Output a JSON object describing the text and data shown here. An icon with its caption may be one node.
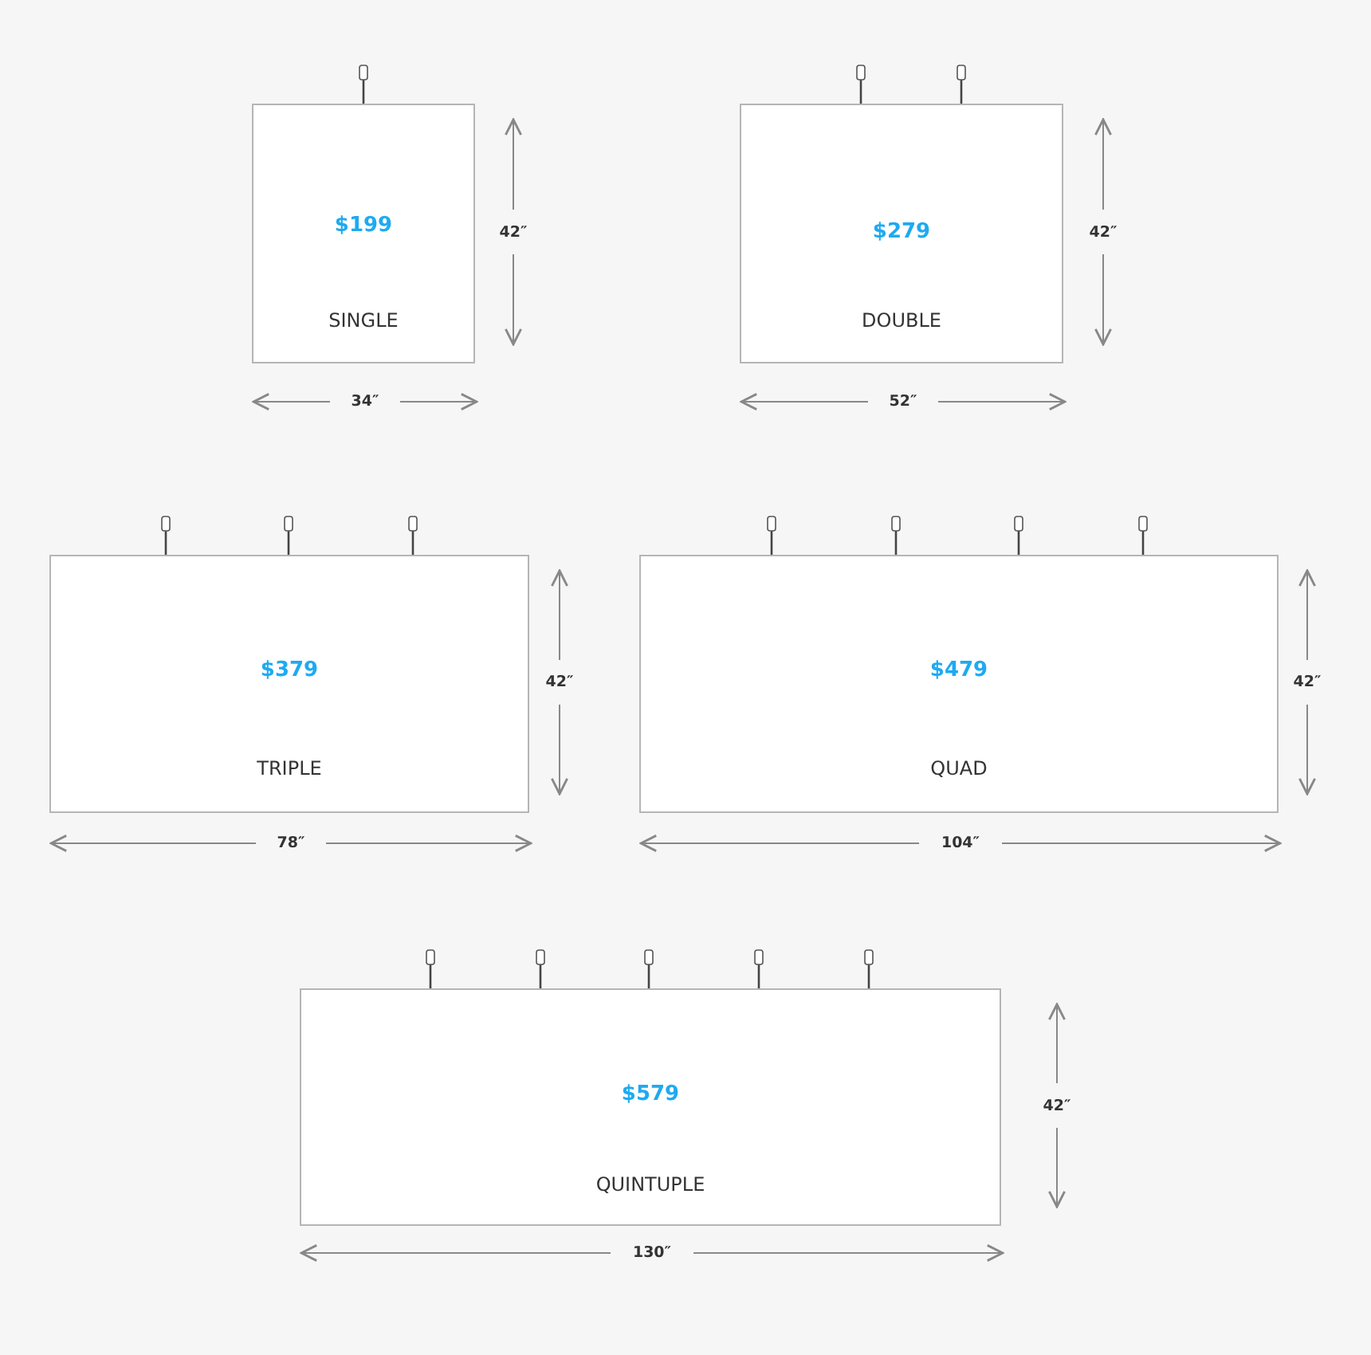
{
  "diagram": {
    "nodes": [
      {
        "text": [
          "$199",
          "SINGLE"
        ]
      },
      {
        "text": [
          "$279",
          "DOUBLE"
        ]
      },
      {
        "text": [
          "$379",
          "TRIPLE"
        ]
      },
      {
        "text": [
          "$479",
          "QUAD"
        ]
      },
      {
        "text": [
          "$579",
          "QUINTUPLE"
        ]
      }
    ],
    "edges": [],
    "labels": [
      "42″",
      "42″",
      "34″",
      "52″",
      "42″",
      "42″",
      "78″",
      "104″",
      "42″",
      "130″"
    ]
  }
}
